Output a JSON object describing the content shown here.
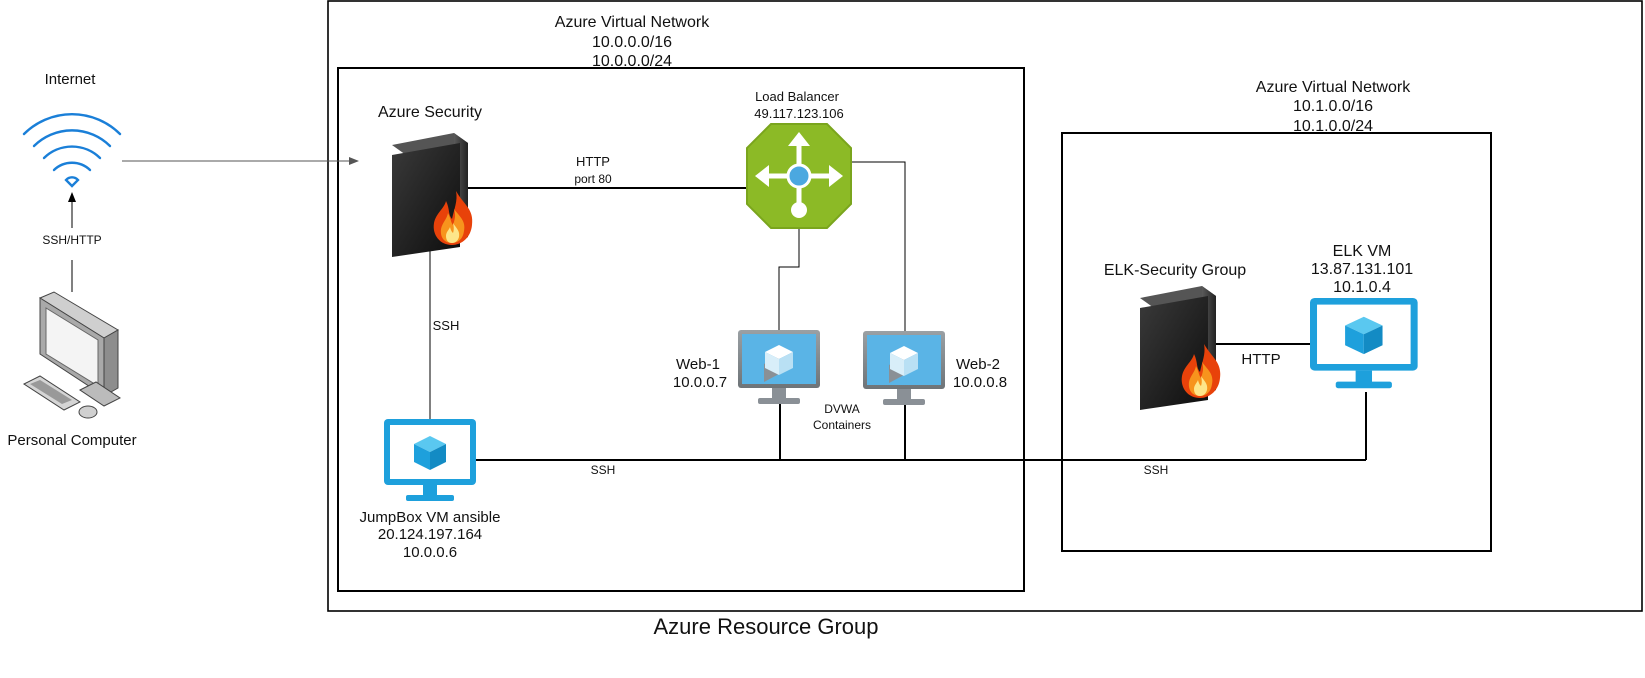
{
  "diagram": {
    "resource_group": {
      "label": "Azure Resource Group"
    },
    "vnet1": {
      "title": "Azure Virtual Network",
      "cidr": "10.0.0.0/16",
      "subnet": "10.0.0.0/24"
    },
    "vnet2": {
      "title": "Azure Virtual Network",
      "cidr": "10.1.0.0/16",
      "subnet": "10.1.0.0/24"
    },
    "internet": {
      "label": "Internet"
    },
    "personal_computer": {
      "label": "Personal Computer"
    },
    "pc_link": {
      "label": "SSH/HTTP"
    },
    "azure_security": {
      "label": "Azure Security"
    },
    "load_balancer": {
      "label": "Load Balancer",
      "ip": "49.117.123.106"
    },
    "http_link": {
      "label": "HTTP",
      "port": "port 80"
    },
    "ssh_link_vertical": {
      "label": "SSH"
    },
    "jumpbox": {
      "name": "JumpBox VM ansible",
      "public_ip": "20.124.197.164",
      "private_ip": "10.0.0.6"
    },
    "web1": {
      "name": "Web-1",
      "ip": "10.0.0.7"
    },
    "web2": {
      "name": "Web-2",
      "ip": "10.0.0.8"
    },
    "containers": {
      "line1": "DVWA",
      "line2": "Containers"
    },
    "ssh_bus": {
      "label_left": "SSH",
      "label_right": "SSH"
    },
    "elk_security": {
      "label": "ELK-Security Group"
    },
    "elk_vm": {
      "name": "ELK VM",
      "public_ip": "13.87.131.101",
      "private_ip": "10.1.0.4"
    },
    "elk_http": {
      "label": "HTTP"
    },
    "colors": {
      "wifi": "#1a7fd8",
      "vm_accent": "#1ea0dc",
      "lb_green": "#8cba26",
      "line": "#000000"
    }
  }
}
